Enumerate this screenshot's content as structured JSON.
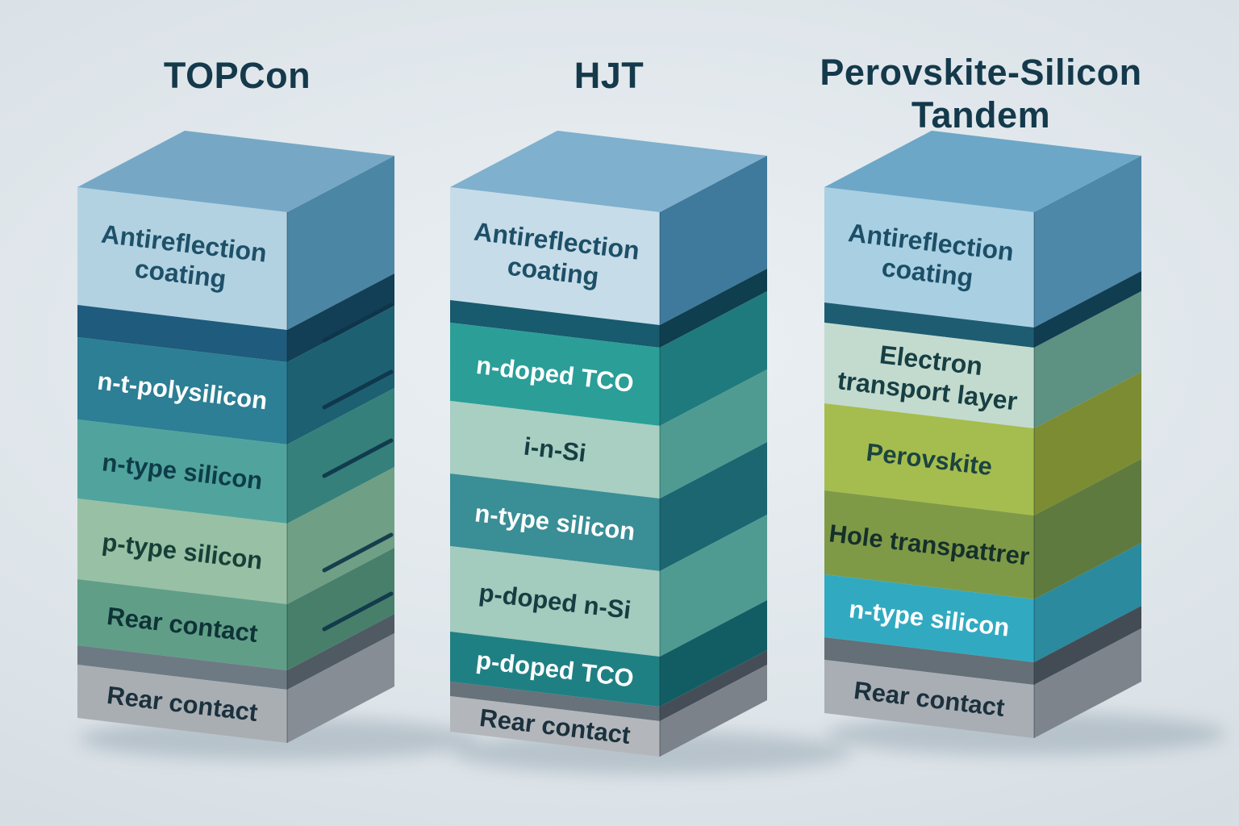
{
  "page": {
    "background_center": "#ebf0f3",
    "background_edge": "#ccd6dd",
    "title_color": "#14394b",
    "shadow_color": "#7d909c"
  },
  "stacks": [
    {
      "id": "topcon",
      "title": "TOPCon",
      "top_color": "#76a8c6",
      "contact_finger_lines_y": [
        422,
        505,
        590,
        707,
        780
      ],
      "layers": [
        {
          "name": "antireflection-coating",
          "label": "Antireflection\ncoating",
          "front": "#b2d2e2",
          "side": "#4c86a5",
          "h": 146,
          "text": "#1e5169",
          "fs": 32
        },
        {
          "name": "interface-band",
          "label": "",
          "front": "#1f5b7c",
          "side": "#123f55",
          "h": 40
        },
        {
          "name": "n-t-polysilicon",
          "label": "n-t-polysilicon",
          "front": "#2c7f94",
          "side": "#1d6072",
          "h": 102,
          "text": "#ffffff"
        },
        {
          "name": "n-type-silicon",
          "label": "n-type silicon",
          "front": "#50a49d",
          "side": "#35807b",
          "h": 98,
          "text": "#0e3c49"
        },
        {
          "name": "p-type-silicon",
          "label": "p-type silicon",
          "front": "#98c0a4",
          "side": "#6f9f85",
          "h": 100,
          "text": "#173f38"
        },
        {
          "name": "rear-contact-inner",
          "label": "Rear contact",
          "front": "#609e88",
          "side": "#487f6b",
          "h": 82,
          "text": "#0e3336"
        },
        {
          "name": "interface-band-2",
          "label": "",
          "front": "#6d7a83",
          "side": "#4f5a63",
          "h": 24
        },
        {
          "name": "rear-contact",
          "label": "Rear contact",
          "front": "#a9aeb3",
          "side": "#868d94",
          "h": 66,
          "text": "#1b313d"
        }
      ]
    },
    {
      "id": "hjt",
      "title": "HJT",
      "top_color": "#7fb0cd",
      "contact_finger_lines_y": [],
      "layers": [
        {
          "name": "antireflection-coating",
          "label": "Antireflection\ncoating",
          "front": "#c6dce8",
          "side": "#3f7a9c",
          "h": 140,
          "text": "#1d5068",
          "fs": 32
        },
        {
          "name": "interface-band",
          "label": "",
          "front": "#185a6e",
          "side": "#0f3e4e",
          "h": 28
        },
        {
          "name": "n-doped-tco",
          "label": "n-doped TCO",
          "front": "#2b9e98",
          "side": "#1f7a7d",
          "h": 97,
          "text": "#ffffff"
        },
        {
          "name": "i-n-si",
          "label": "i-n-Si",
          "front": "#a8cfc1",
          "side": "#4f9b91",
          "h": 90,
          "text": "#173f43"
        },
        {
          "name": "n-type-silicon",
          "label": "n-type silicon",
          "front": "#3a8e96",
          "side": "#1b6671",
          "h": 90,
          "text": "#ffffff"
        },
        {
          "name": "p-doped-n-si",
          "label": "p-doped n-Si",
          "front": "#a3cbbe",
          "side": "#4f9b91",
          "h": 106,
          "text": "#163e42"
        },
        {
          "name": "p-doped-tco",
          "label": "p-doped TCO",
          "front": "#1f8084",
          "side": "#125d64",
          "h": 62,
          "text": "#ffffff"
        },
        {
          "name": "interface-band-2",
          "label": "",
          "front": "#67727a",
          "side": "#454e57",
          "h": 18
        },
        {
          "name": "rear-contact",
          "label": "Rear contact",
          "front": "#b3b7bb",
          "side": "#7b828a",
          "h": 44,
          "text": "#1b313d"
        }
      ]
    },
    {
      "id": "perovskite-silicon-tandem",
      "title": "Perovskite-Silicon\nTandem",
      "top_color": "#6da7c8",
      "contact_finger_lines_y": [],
      "layers": [
        {
          "name": "antireflection-coating",
          "label": "Antireflection\ncoating",
          "front": "#a9cfe3",
          "side": "#4d88a9",
          "h": 143,
          "text": "#1c4f67",
          "fs": 32
        },
        {
          "name": "interface-band",
          "label": "",
          "front": "#1e5c72",
          "side": "#113d51",
          "h": 25
        },
        {
          "name": "electron-transport-layer",
          "label": "Electron\ntransport layer",
          "front": "#c3dbce",
          "side": "#5d9181",
          "h": 100,
          "text": "#173f43",
          "fs": 32
        },
        {
          "name": "perovskite",
          "label": "Perovskite",
          "front": "#a5bd4e",
          "side": "#7c8c33",
          "h": 108,
          "text": "#1c4440"
        },
        {
          "name": "hole-transporter",
          "label": "Hole transpattrer",
          "front": "#7f9a47",
          "side": "#5e7a3e",
          "h": 104,
          "text": "#15302a"
        },
        {
          "name": "n-type-silicon",
          "label": "n-type silicon",
          "front": "#31aac1",
          "side": "#2b8a9e",
          "h": 78,
          "text": "#ffffff"
        },
        {
          "name": "interface-band-2",
          "label": "",
          "front": "#646f77",
          "side": "#434c55",
          "h": 28
        },
        {
          "name": "rear-contact",
          "label": "Rear contact",
          "front": "#a9aeb4",
          "side": "#7d848c",
          "h": 66,
          "text": "#1b313d"
        }
      ]
    }
  ]
}
